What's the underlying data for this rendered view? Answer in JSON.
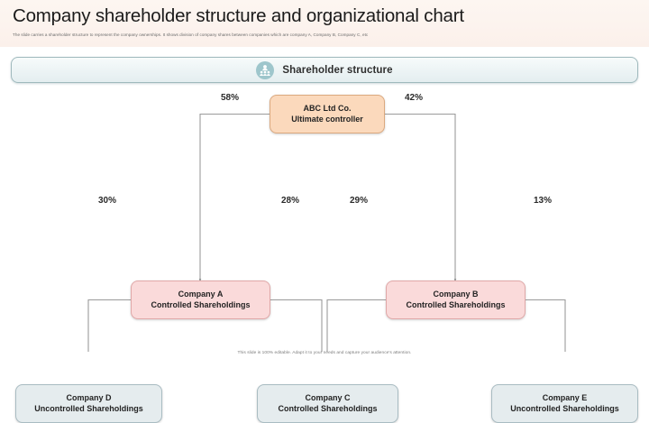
{
  "slide": {
    "title": "Company shareholder structure and organizational chart",
    "subtitle": "The slide carries a shareholder structure to represent the company ownerships. It shows division of company shares between companies which are company A, Company B, Company C, etc",
    "footer_note": "This slide is 100% editable. Adapt it to your needs and capture your audience's attention."
  },
  "section_header": {
    "title": "Shareholder structure",
    "icon": "people-group-icon",
    "icon_color": "#9ec6cc",
    "border_color": "#9fb9bd"
  },
  "colors": {
    "title_band": "#fcf3ee",
    "root_fill": "#fbd9bc",
    "root_border": "#dba97f",
    "controlled_fill": "#fadada",
    "controlled_border": "#e0a8a8",
    "uncontrolled_fill": "#e5ecee",
    "uncontrolled_border": "#a9bcc2",
    "connector": "#9a9a9a"
  },
  "chart_data": {
    "type": "diagram",
    "title": "Shareholder structure",
    "nodes": [
      {
        "id": "abc",
        "line1": "ABC Ltd Co.",
        "line2": "Ultimate controller",
        "level": 0,
        "style": "root"
      },
      {
        "id": "company_a",
        "line1": "Company A",
        "line2": "Controlled Shareholdings",
        "level": 1,
        "style": "controlled"
      },
      {
        "id": "company_b",
        "line1": "Company B",
        "line2": "Controlled Shareholdings",
        "level": 1,
        "style": "controlled"
      },
      {
        "id": "company_d",
        "line1": "Company D",
        "line2": "Uncontrolled Shareholdings",
        "level": 2,
        "style": "uncontrolled"
      },
      {
        "id": "company_c",
        "line1": "Company C",
        "line2": "Controlled Shareholdings",
        "level": 2,
        "style": "uncontrolled"
      },
      {
        "id": "company_e",
        "line1": "Company E",
        "line2": "Uncontrolled Shareholdings",
        "level": 2,
        "style": "uncontrolled"
      }
    ],
    "edges": [
      {
        "from": "abc",
        "to": "company_a",
        "label": "58%"
      },
      {
        "from": "abc",
        "to": "company_b",
        "label": "42%"
      },
      {
        "from": "company_a",
        "to": "company_d",
        "label": "30%"
      },
      {
        "from": "company_a",
        "to": "company_c",
        "label": "28%"
      },
      {
        "from": "company_b",
        "to": "company_c",
        "label": "29%"
      },
      {
        "from": "company_b",
        "to": "company_e",
        "label": "13%"
      }
    ]
  }
}
